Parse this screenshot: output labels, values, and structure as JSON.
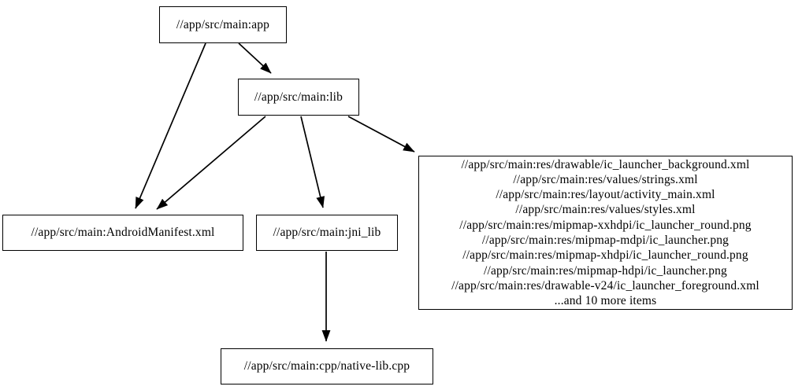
{
  "diagram": {
    "type": "directed-graph",
    "orientation": "top-to-bottom",
    "background_color": "#ffffff",
    "line_color": "#000000",
    "node_fill": "#ffffff",
    "nodes": [
      {
        "id": "app",
        "label": "//app/src/main:app"
      },
      {
        "id": "lib",
        "label": "//app/src/main:lib"
      },
      {
        "id": "manifest",
        "label": "//app/src/main:AndroidManifest.xml"
      },
      {
        "id": "jni",
        "label": "//app/src/main:jni_lib"
      },
      {
        "id": "cpp",
        "label": "//app/src/main:cpp/native-lib.cpp"
      },
      {
        "id": "res",
        "label": "//app/src/main:res/drawable/ic_launcher_background.xml\n//app/src/main:res/values/strings.xml\n//app/src/main:res/layout/activity_main.xml\n//app/src/main:res/values/styles.xml\n//app/src/main:res/mipmap-xxhdpi/ic_launcher_round.png\n//app/src/main:res/mipmap-mdpi/ic_launcher.png\n//app/src/main:res/mipmap-xhdpi/ic_launcher_round.png\n//app/src/main:res/mipmap-hdpi/ic_launcher.png\n//app/src/main:res/drawable-v24/ic_launcher_foreground.xml\n...and 10 more items",
        "lines": [
          "//app/src/main:res/drawable/ic_launcher_background.xml",
          "//app/src/main:res/values/strings.xml",
          "//app/src/main:res/layout/activity_main.xml",
          "//app/src/main:res/values/styles.xml",
          "//app/src/main:res/mipmap-xxhdpi/ic_launcher_round.png",
          "//app/src/main:res/mipmap-mdpi/ic_launcher.png",
          "//app/src/main:res/mipmap-xhdpi/ic_launcher_round.png",
          "//app/src/main:res/mipmap-hdpi/ic_launcher.png",
          "//app/src/main:res/drawable-v24/ic_launcher_foreground.xml",
          "...and 10 more items"
        ]
      }
    ],
    "edges": [
      {
        "from": "app",
        "to": "lib"
      },
      {
        "from": "app",
        "to": "manifest"
      },
      {
        "from": "lib",
        "to": "manifest"
      },
      {
        "from": "lib",
        "to": "jni"
      },
      {
        "from": "lib",
        "to": "res"
      },
      {
        "from": "jni",
        "to": "cpp"
      }
    ]
  }
}
